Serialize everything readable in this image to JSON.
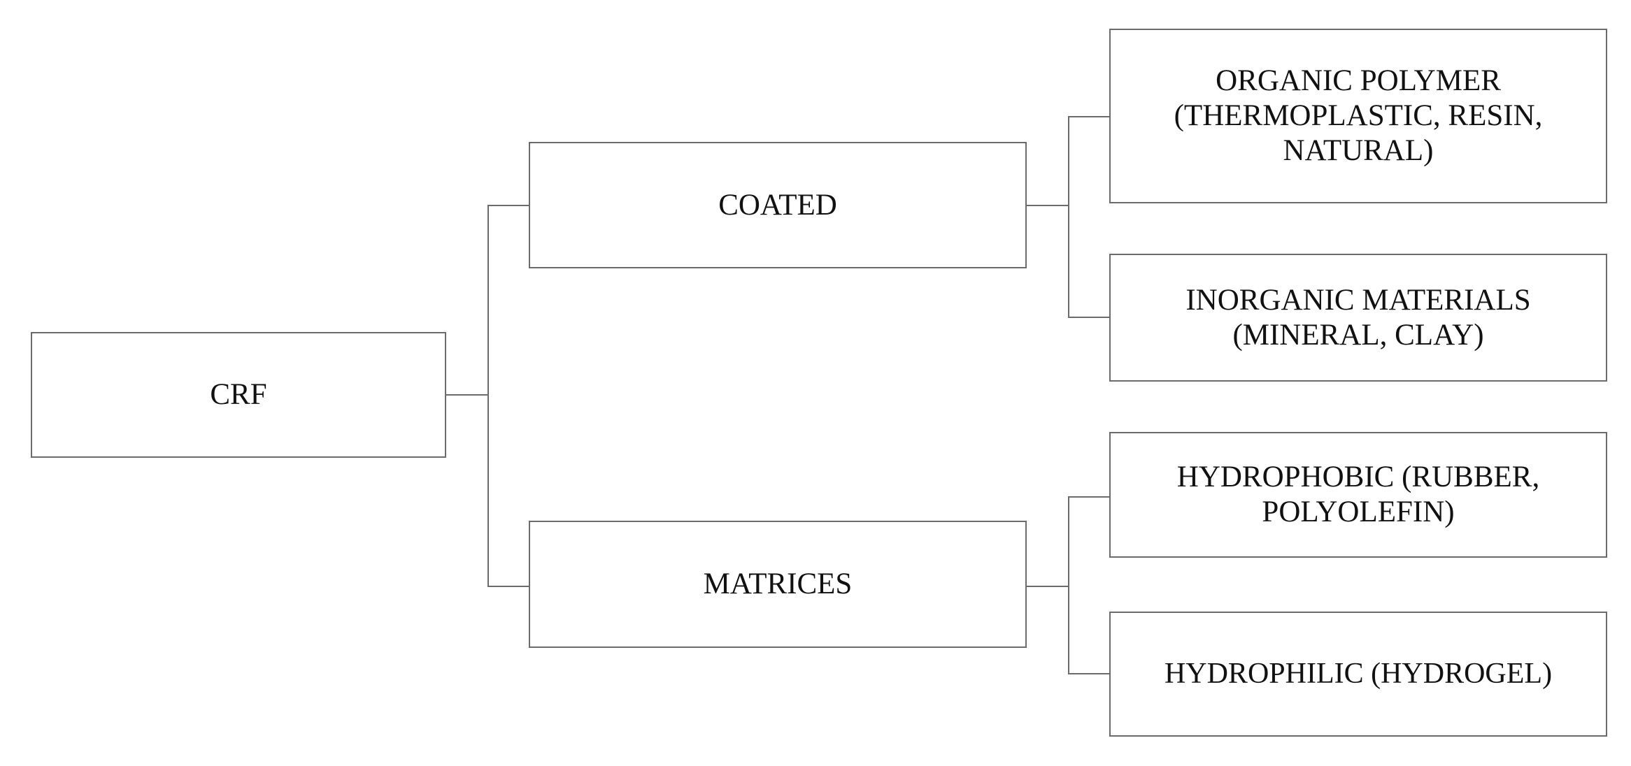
{
  "diagram": {
    "type": "hierarchy-tree",
    "orientation": "left-to-right",
    "background_color": "#ffffff",
    "box_border_color": "#6b6b6b",
    "line_color": "#6b6b6b",
    "text_color": "#111111",
    "root": {
      "id": "crf",
      "label": "CRF"
    },
    "level2": [
      {
        "id": "coated",
        "label": "COATED"
      },
      {
        "id": "matrices",
        "label": "MATRICES"
      }
    ],
    "level3": [
      {
        "id": "organic",
        "parent": "coated",
        "label": "ORGANIC POLYMER (THERMOPLASTIC, RESIN, NATURAL)"
      },
      {
        "id": "inorganic",
        "parent": "coated",
        "label": "INORGANIC MATERIALS (MINERAL, CLAY)"
      },
      {
        "id": "hydrophobic",
        "parent": "matrices",
        "label": "HYDROPHOBIC (RUBBER, POLYOLEFIN)"
      },
      {
        "id": "hydrophilic",
        "parent": "matrices",
        "label": "HYDROPHILIC (HYDROGEL)"
      }
    ]
  }
}
